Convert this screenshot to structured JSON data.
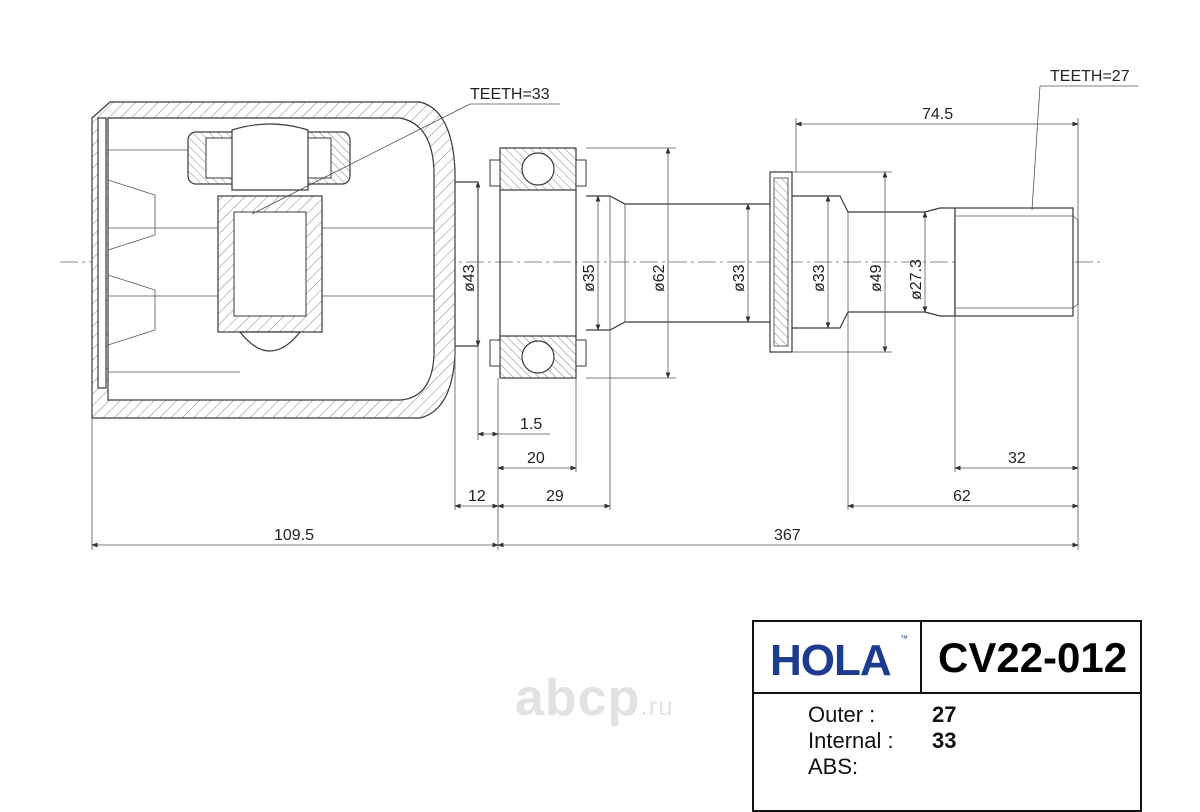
{
  "annotations": {
    "teeth_inner": "TEETH=33",
    "teeth_outer": "TEETH=27"
  },
  "dimensions": {
    "d43": "ø43",
    "d35": "ø35",
    "d62": "ø62",
    "d33a": "ø33",
    "d33b": "ø33",
    "d49": "ø49",
    "d27_3": "ø27.3",
    "len_74_5": "74.5",
    "len_1_5": "1.5",
    "len_20": "20",
    "len_12": "12",
    "len_29": "29",
    "len_109_5": "109.5",
    "len_367": "367",
    "len_32": "32",
    "len_62": "62"
  },
  "watermark": {
    "name": "abcp",
    "suffix": ".ru"
  },
  "info": {
    "brand": "HOLA",
    "trademark": "™",
    "part_number": "CV22-012",
    "rows": [
      {
        "label": "Outer :",
        "value": "27"
      },
      {
        "label": "Internal :",
        "value": "33"
      },
      {
        "label": "ABS:",
        "value": ""
      }
    ]
  },
  "colors": {
    "brand": "#1b3c8f",
    "line": "#3a3a3a",
    "watermark": "#e2e2e2"
  }
}
